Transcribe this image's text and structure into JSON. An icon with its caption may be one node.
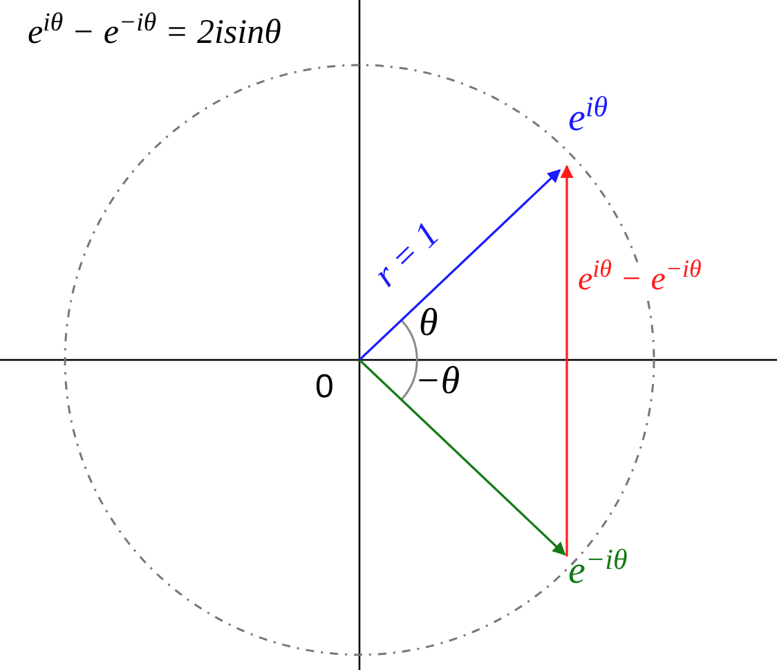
{
  "diagram": {
    "title": "e$^{iθ}$ − e$^{−iθ}$ = 2isinθ",
    "nodes": [
      {
        "text": [
          "0"
        ]
      },
      {
        "text": [
          "e$^{iθ}$"
        ]
      },
      {
        "text": [
          "e$^{−iθ}$"
        ]
      }
    ],
    "edges": [
      {
        "from": 0,
        "to": 1,
        "arrow": "to",
        "label": "r = 1",
        "color": "#1a1aff"
      },
      {
        "from": 0,
        "to": 2,
        "arrow": "to",
        "color": "#157a15"
      },
      {
        "from": 2,
        "to": 1,
        "arrow": "to",
        "label": "e$^{iθ}$ − e$^{−iθ}$",
        "color": "#ff1a1a"
      }
    ],
    "labels": [
      "θ",
      "−θ"
    ]
  }
}
